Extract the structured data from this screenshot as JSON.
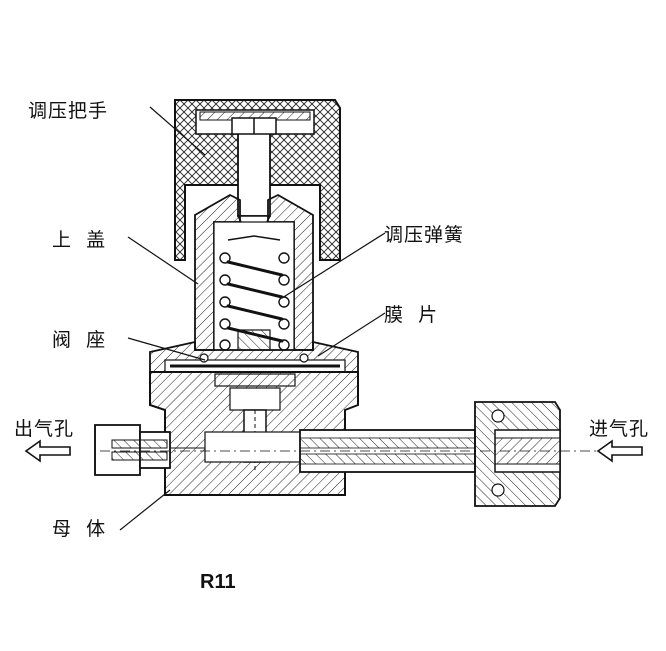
{
  "labels": {
    "knob": "调压把手",
    "cap": "上  盖",
    "seat": "阀  座",
    "outlet": "出气孔",
    "body": "母  体",
    "spring": "调压弹簧",
    "diaphragm": "膜  片",
    "inlet": "进气孔"
  },
  "caption": "R11"
}
